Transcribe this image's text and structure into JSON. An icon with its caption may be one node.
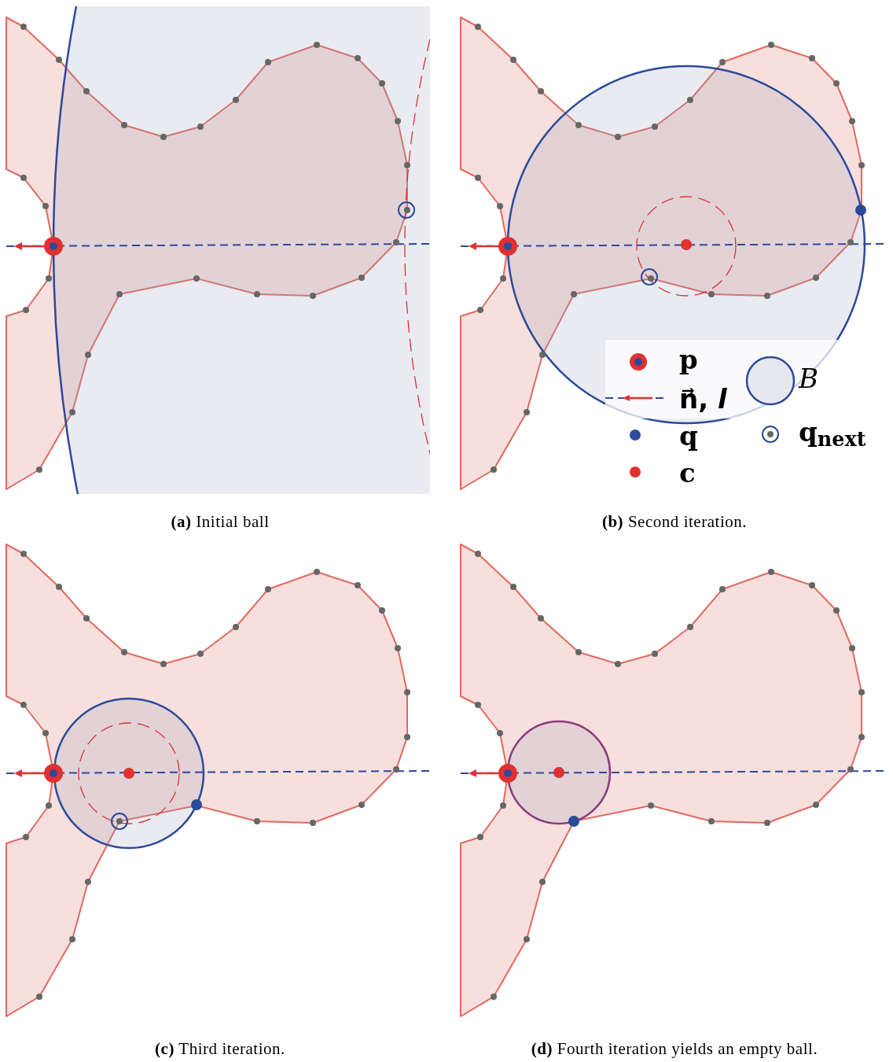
{
  "diagram": {
    "labels": [
      "**(a)** Initial ball",
      "**(b)** Second iteration.",
      "**(c)** Third iteration.",
      "**(d)** Fourth iteration yields an empty ball."
    ],
    "legend": [
      {
        "text": "p"
      },
      {
        "text": "n⃗, *l*"
      },
      {
        "text": "q"
      },
      {
        "text": "c"
      },
      {
        "text": "*B*"
      },
      {
        "text": "q$_{next}$"
      }
    ]
  }
}
